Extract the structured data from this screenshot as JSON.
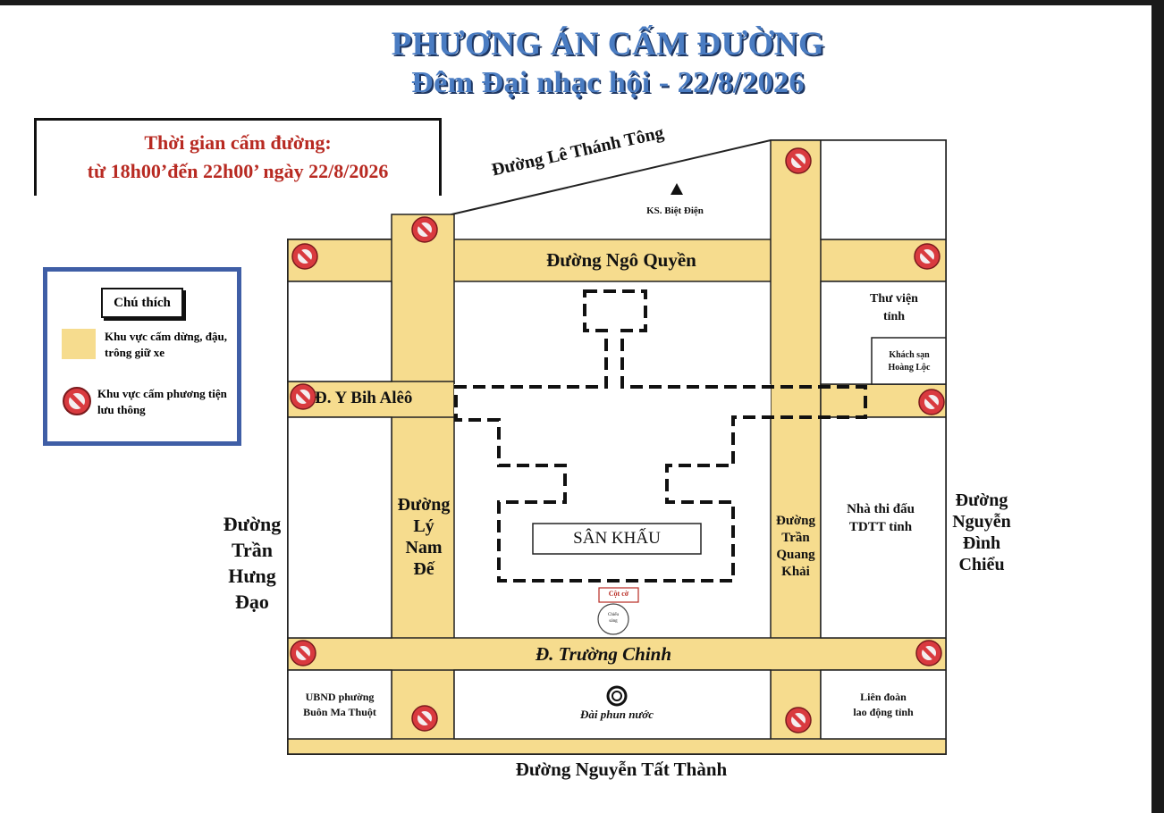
{
  "title": {
    "line1": "PHƯƠNG ÁN CẤM ĐƯỜNG",
    "line2": "Đêm Đại nhạc hội - 22/8/2026"
  },
  "time_box": {
    "line1": "Thời gian cấm đường:",
    "line2": "từ 18h00’đến 22h00’ ngày 22/8/2026"
  },
  "legend": {
    "title": "Chú thích",
    "parking_zone": "Khu vực cấm dừng, đậu, trông giữ xe",
    "no_traffic_zone": "Khu vực cấm phương tiện lưu thông"
  },
  "streets": {
    "le_thanh_tong": "Đường Lê Thánh Tông",
    "ngo_quyen": "Đường Ngô Quyền",
    "y_bih_aleo": "Đ. Y Bih Alêô",
    "tran_hung_dao": [
      "Đường",
      "Trần",
      "Hưng",
      "Đạo"
    ],
    "ly_nam_de": [
      "Đường",
      "Lý",
      "Nam",
      "Đế"
    ],
    "tran_quang_khai": [
      "Đường",
      "Trần",
      "Quang",
      "Khải"
    ],
    "nguyen_dinh_chieu": [
      "Đường",
      "Nguyễn",
      "Đình",
      "Chiểu"
    ],
    "truong_chinh": "Đ. Trường Chinh",
    "nguyen_tat_thanh": "Đường Nguyễn Tất Thành"
  },
  "places": {
    "ks_biet_dien": "KS. Biệt Điện",
    "thu_vien": [
      "Thư viện",
      "tỉnh"
    ],
    "khach_san_hoang_loc": [
      "Khách sạn",
      "Hoàng Lộc"
    ],
    "nha_thi_dau": [
      "Nhà thi đấu",
      "TDTT tỉnh"
    ],
    "san_khau": "SÂN KHẤU",
    "cot_co": "Cột cờ",
    "chieu_sang": [
      "Chiếu",
      "sáng"
    ],
    "ubnd": [
      "UBND phường",
      "Buôn Ma Thuột"
    ],
    "dai_phun_nuoc": "Đài phun nước",
    "lien_doan": [
      "Liên đoàn",
      "lao động tỉnh"
    ]
  },
  "colors": {
    "road_zone": "#f6dc8e",
    "no_entry": "#d93a3f",
    "title_blue": "#4a7cc2",
    "alert_red": "#b82a22",
    "legend_border": "#3f5ea6"
  },
  "icons": {
    "no_entry": "no-entry-sign-icon",
    "hotel_marker": "triangle-marker-icon",
    "fountain": "fountain-ring-icon"
  }
}
